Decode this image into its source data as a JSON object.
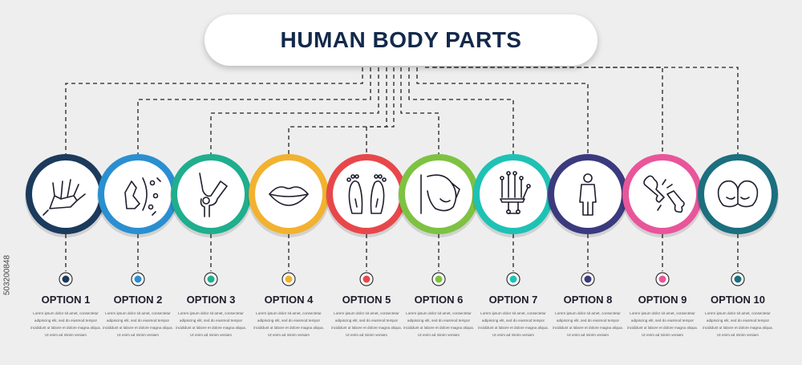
{
  "title": "HUMAN BODY PARTS",
  "image_id_text": "503200848",
  "options": [
    {
      "label": "OPTION 1",
      "color": "#1b3a5c",
      "icon": "hand-icon"
    },
    {
      "label": "OPTION 2",
      "color": "#2a8fd0",
      "icon": "healing-hand-icon"
    },
    {
      "label": "OPTION 3",
      "color": "#1fae8e",
      "icon": "knee-joint-icon"
    },
    {
      "label": "OPTION 4",
      "color": "#f2b230",
      "icon": "lips-icon"
    },
    {
      "label": "OPTION 5",
      "color": "#e8474a",
      "icon": "feet-soles-icon"
    },
    {
      "label": "OPTION 6",
      "color": "#7ec242",
      "icon": "chest-icon"
    },
    {
      "label": "OPTION 7",
      "color": "#1ec2b5",
      "icon": "hand-bones-icon"
    },
    {
      "label": "OPTION 8",
      "color": "#3b3a7e",
      "icon": "human-figure-icon"
    },
    {
      "label": "OPTION 9",
      "color": "#e9559a",
      "icon": "broken-bone-icon"
    },
    {
      "label": "OPTION 10",
      "color": "#1b6f7e",
      "icon": "muscles-icon"
    }
  ],
  "description": "Lorem ipsum dolor sit amet, consectetur adipiscing elit, sed do eiusmod tempor incididunt ut labore et dolore magna aliqua. Ut enim ad minim veniam"
}
